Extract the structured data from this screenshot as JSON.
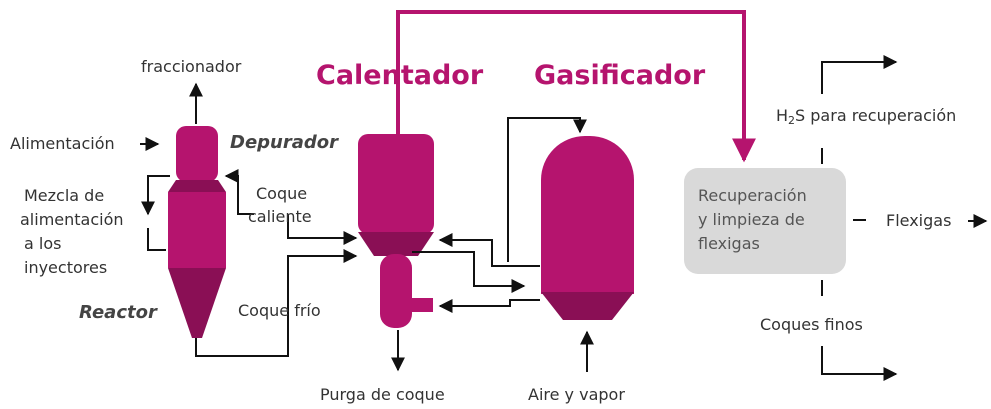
{
  "colors": {
    "vessel": "#b5146e",
    "vessel_dark": "#8a0f55",
    "flow_line": "#b5146e",
    "process_box": "#d9d9d9",
    "line": "#111111"
  },
  "labels": {
    "fraccionador": "fraccionador",
    "alimentacion": "Alimentación",
    "depurador": "Depurador",
    "mezcla_1": "Mezcla de",
    "mezcla_2": "alimentación",
    "mezcla_3": "a los",
    "mezcla_4": "inyectores",
    "reactor": "Reactor",
    "coque_caliente_1": "Coque",
    "coque_caliente_2": "caliente",
    "coque_frio": "Coque frío",
    "calentador": "Calentador",
    "gasificador": "Gasificador",
    "purga": "Purga de coque",
    "aire_vapor": "Aire y vapor",
    "h2s_h": "H",
    "h2s_sub": "2",
    "h2s_rest": "S para recuperación",
    "recup_1": "Recuperación",
    "recup_2": "y limpieza de",
    "recup_3": "flexigas",
    "flexigas": "Flexigas",
    "coques_finos": "Coques finos"
  }
}
